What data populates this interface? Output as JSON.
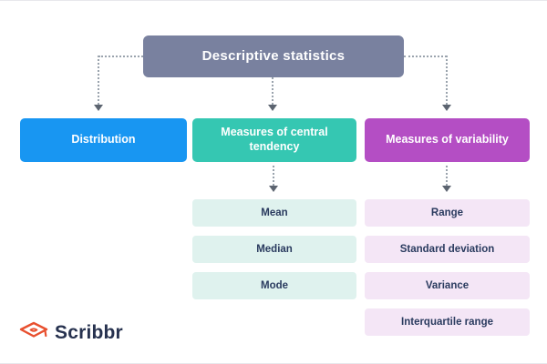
{
  "diagram": {
    "root": {
      "label": "Descriptive statistics"
    },
    "branches": [
      {
        "label": "Distribution",
        "items": []
      },
      {
        "label": "Measures of central tendency",
        "items": [
          "Mean",
          "Median",
          "Mode"
        ]
      },
      {
        "label": "Measures of variability",
        "items": [
          "Range",
          "Standard deviation",
          "Variance",
          "Interquartile range"
        ]
      }
    ]
  },
  "logo": {
    "brand": "Scribbr",
    "icon": "graduation-cap-icon"
  },
  "colors": {
    "root_box": "#79819F",
    "branch_distribution": "#1896F2",
    "branch_central_tendency": "#35C7B2",
    "branch_variability": "#B44EC4",
    "item_central_bg": "#DFF2EE",
    "item_variability_bg": "#F4E6F6",
    "item_text": "#2A3B5F",
    "connector": "#9AA3AD",
    "logo_icon": "#E8502F",
    "logo_text": "#27324F"
  }
}
